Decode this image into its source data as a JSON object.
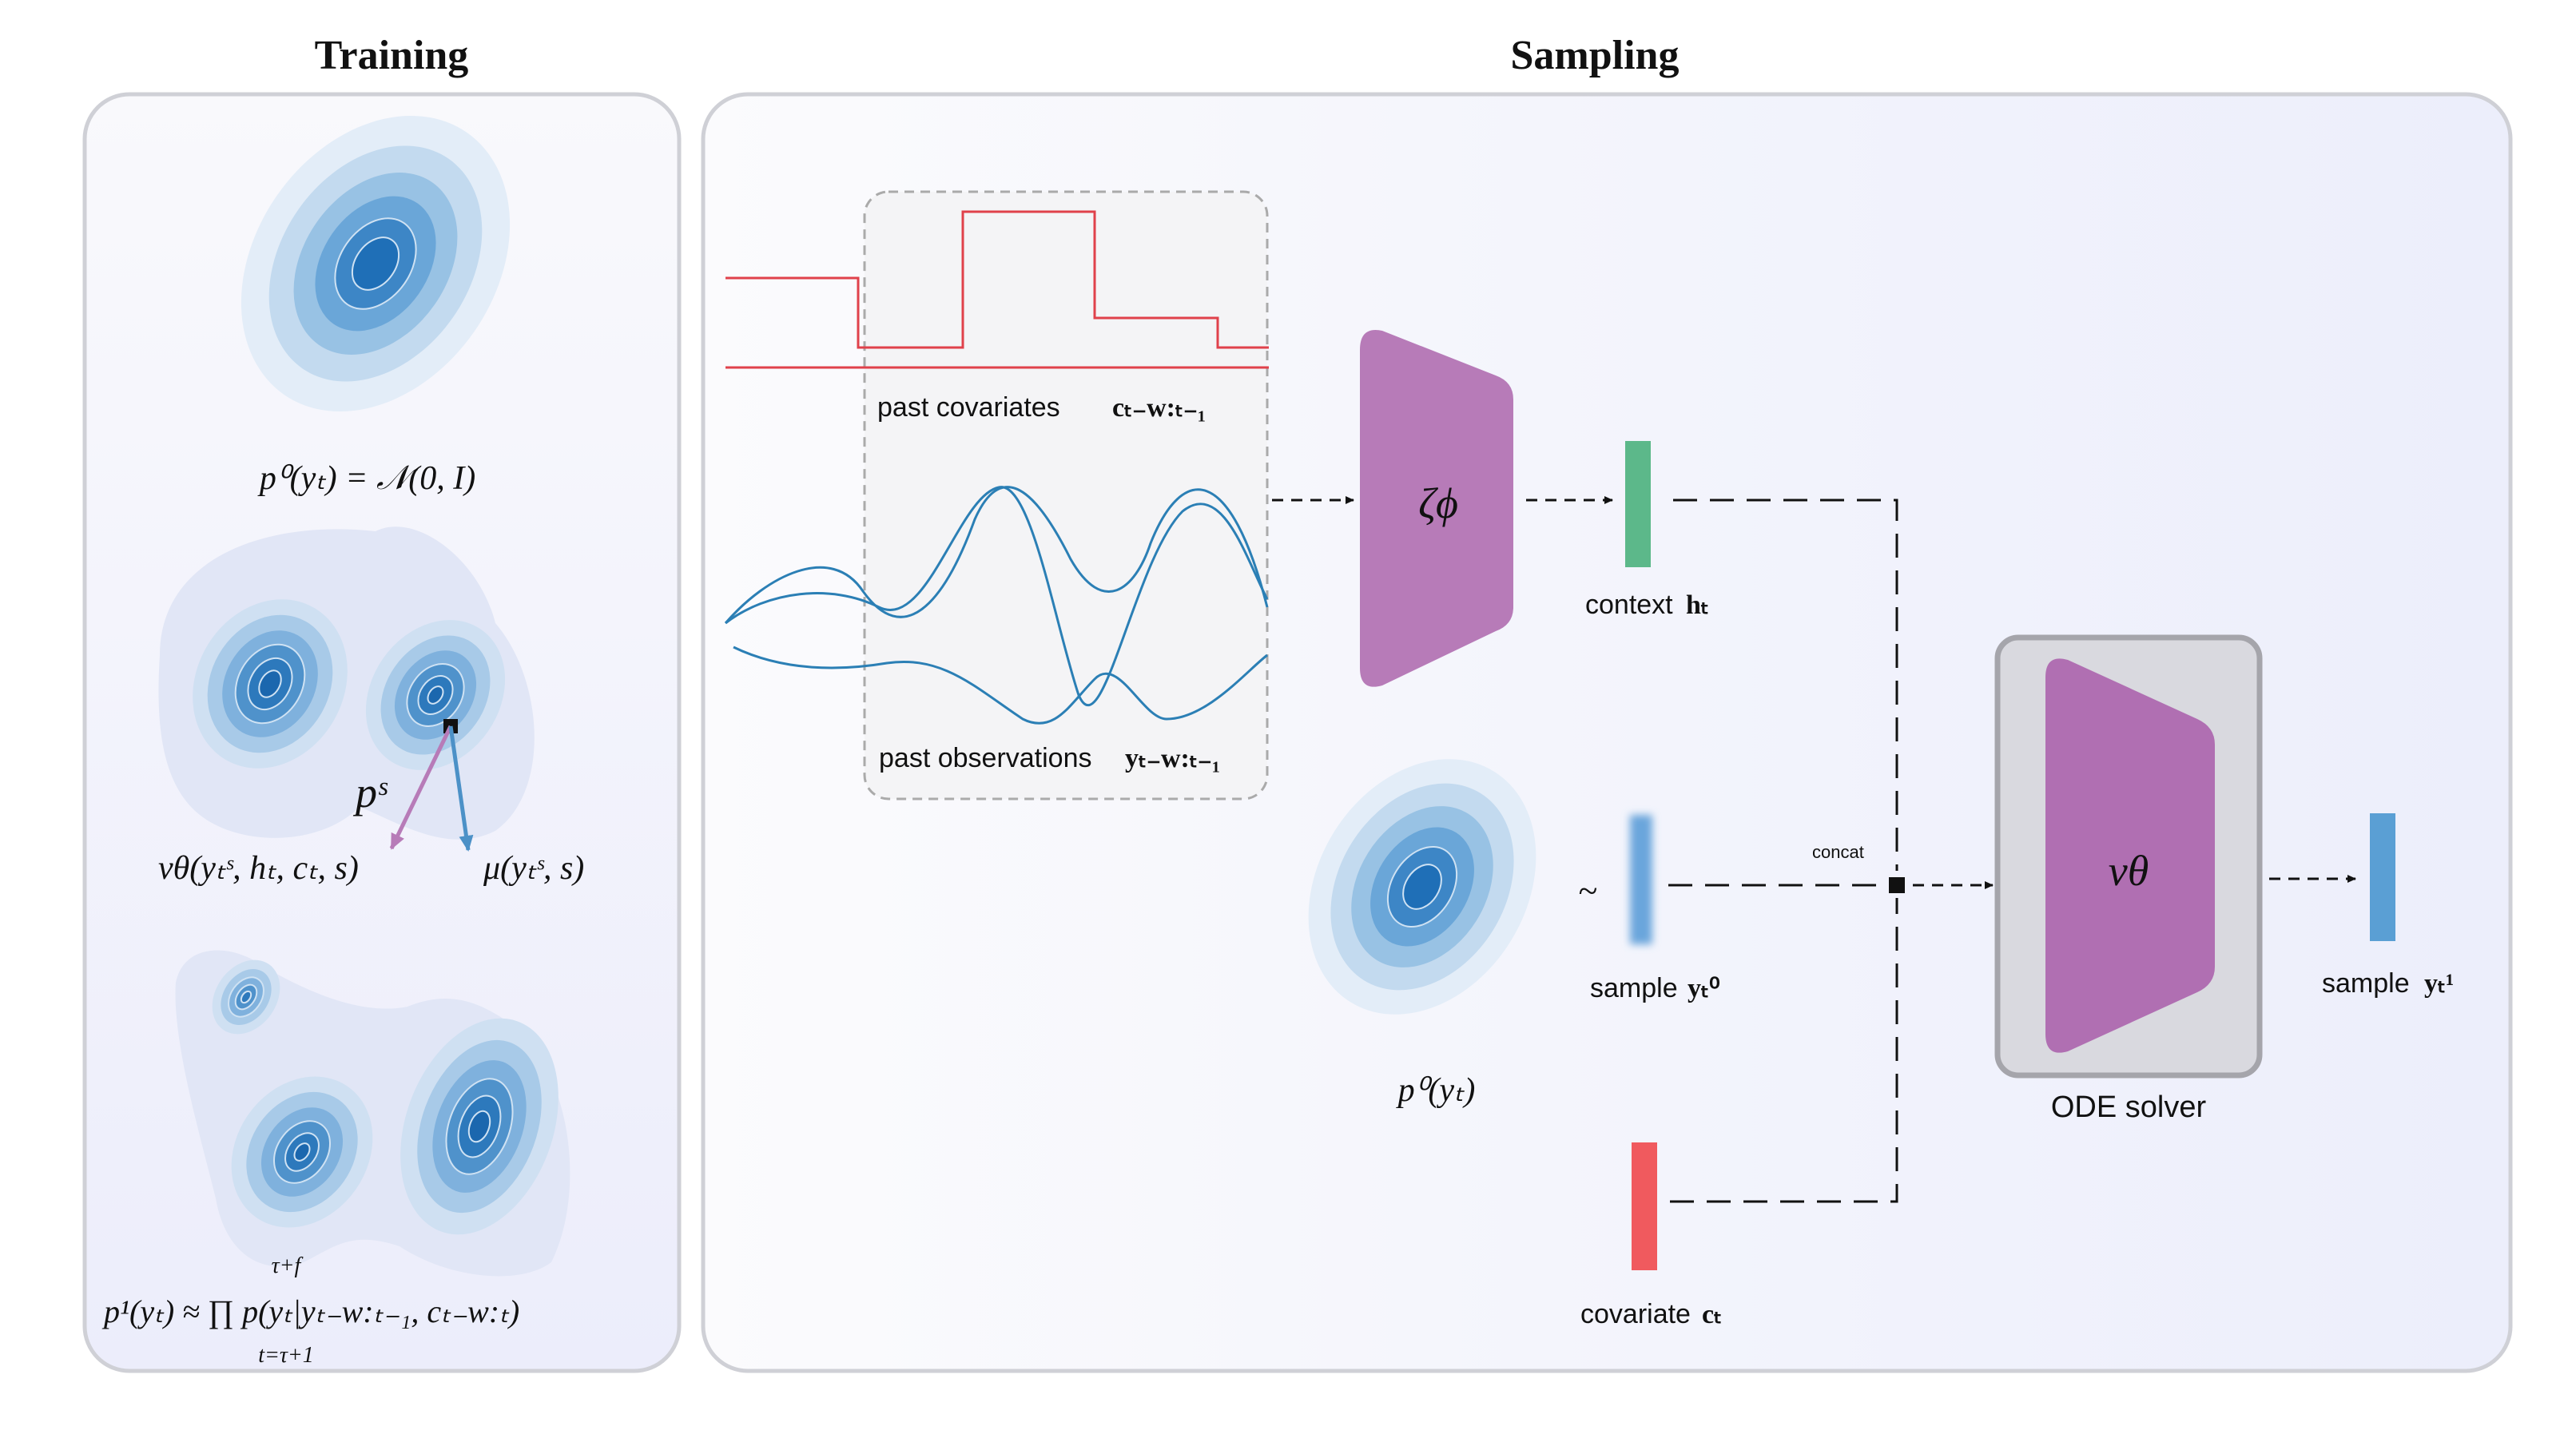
{
  "titles": {
    "training": "Training",
    "sampling": "Sampling"
  },
  "training": {
    "prior_label": "p⁰(yₜ) = 𝒩(0, I)",
    "ps_label": "pˢ",
    "nu_label": "νθ(yₜˢ, hₜ, cₜ, s)",
    "mu_label": "μ(yₜˢ, s)",
    "target_label": "p¹(yₜ) ≈ ∏ p(yₜ|yₜ₋w:ₜ₋₁, cₜ₋w:ₜ)",
    "target_upper": "τ+f",
    "target_lower": "t=τ+1"
  },
  "sampling": {
    "past_covariates_label": "past covariates",
    "past_covariates_math": "cₜ₋w:ₜ₋₁",
    "past_observations_label": "past observations",
    "past_observations_math": "yₜ₋w:ₜ₋₁",
    "encoder_label": "ζϕ",
    "context_label": "context",
    "context_math": "hₜ",
    "prior_label": "p⁰(yₜ)",
    "tilde": "~",
    "sample0_label": "sample",
    "sample0_math": "yₜ⁰",
    "concat_label": "concat",
    "covariate_label": "covariate",
    "covariate_math": "cₜ",
    "solver_label": "ODE solver",
    "velocity_label": "νθ",
    "sample1_label": "sample",
    "sample1_math": "yₜ¹"
  },
  "colors": {
    "covariate_line": "#e0414b",
    "observation_line": "#2b7fb5",
    "trapezoid": "#b77bb8",
    "solver_trapezoid": "#b06fb2",
    "context_bar": "#5cb88a",
    "covariate_bar": "#f05a5e",
    "sample1_bar": "#5a9fd4",
    "sample0_bar": "#6aa6dc"
  }
}
